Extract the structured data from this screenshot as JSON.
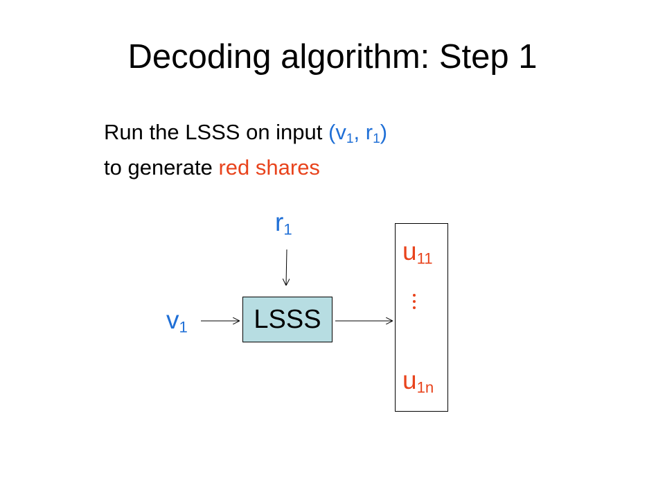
{
  "colors": {
    "blue": "#1f6fd6",
    "red": "#e8431c",
    "box_fill": "#b7dde2"
  },
  "slide": {
    "title": "Decoding algorithm: Step 1",
    "line1": {
      "prefix": "Run the LSSS on input ",
      "open": "(v",
      "sub_a": "1",
      "mid": ", r",
      "sub_b": "1",
      "close": ")"
    },
    "line2": {
      "prefix": "to generate ",
      "highlight": "red shares"
    }
  },
  "diagram": {
    "r_label": {
      "base": "r",
      "sub": "1"
    },
    "v_label": {
      "base": "v",
      "sub": "1"
    },
    "box_label": "LSSS",
    "share_first": {
      "base": "u",
      "sub": "11"
    },
    "share_last": {
      "base": "u",
      "sub": "1n"
    }
  }
}
